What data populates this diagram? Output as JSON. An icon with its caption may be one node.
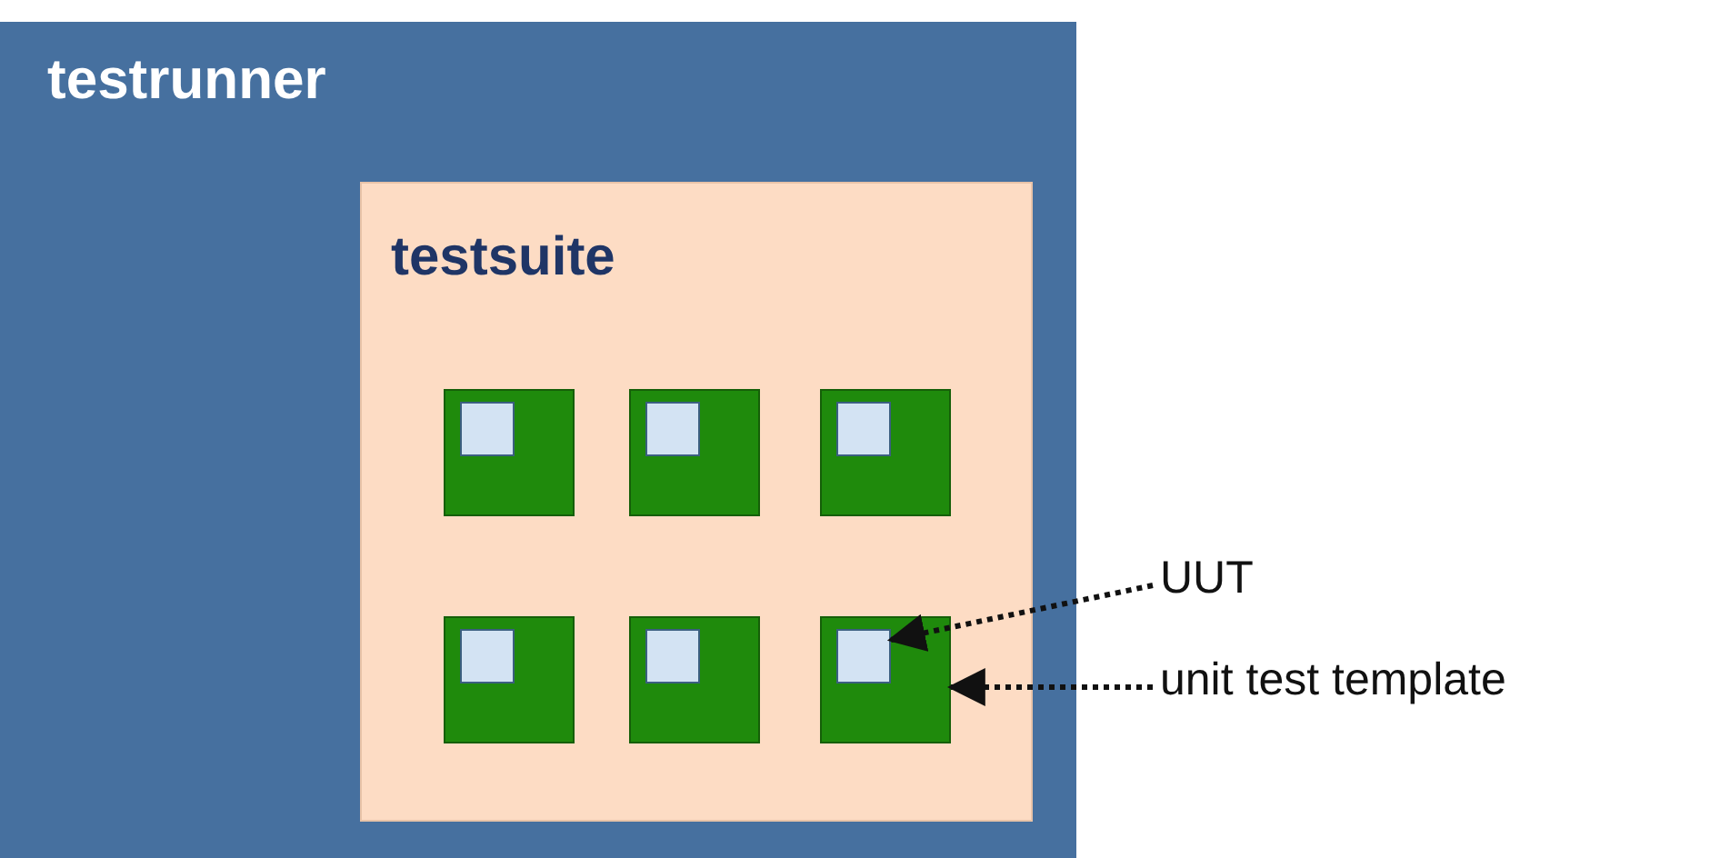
{
  "diagram": {
    "nodes": [
      {
        "text": [
          "testrunner"
        ]
      },
      {
        "text": [
          "testsuite"
        ],
        "in": 0
      },
      {
        "text": [],
        "shape": "box",
        "in": 1
      },
      {
        "text": [],
        "shape": "box",
        "in": 2
      },
      {
        "text": [],
        "shape": "box",
        "in": 1
      },
      {
        "text": [],
        "shape": "box",
        "in": 4
      },
      {
        "text": [],
        "shape": "box",
        "in": 1
      },
      {
        "text": [],
        "shape": "box",
        "in": 6
      },
      {
        "text": [],
        "shape": "box",
        "in": 1
      },
      {
        "text": [],
        "shape": "box",
        "in": 8
      },
      {
        "text": [],
        "shape": "box",
        "in": 1
      },
      {
        "text": [],
        "shape": "box",
        "in": 10
      },
      {
        "text": [],
        "shape": "box",
        "in": 1
      },
      {
        "text": [],
        "shape": "box",
        "in": 12
      },
      {
        "text": [
          "UUT"
        ]
      },
      {
        "text": [
          "unit test template"
        ]
      }
    ],
    "edges": [
      {
        "from": 14,
        "to": 13,
        "arrow": "to",
        "style": "dashed"
      },
      {
        "from": 15,
        "to": 12,
        "arrow": "to",
        "style": "dashed"
      }
    ]
  }
}
